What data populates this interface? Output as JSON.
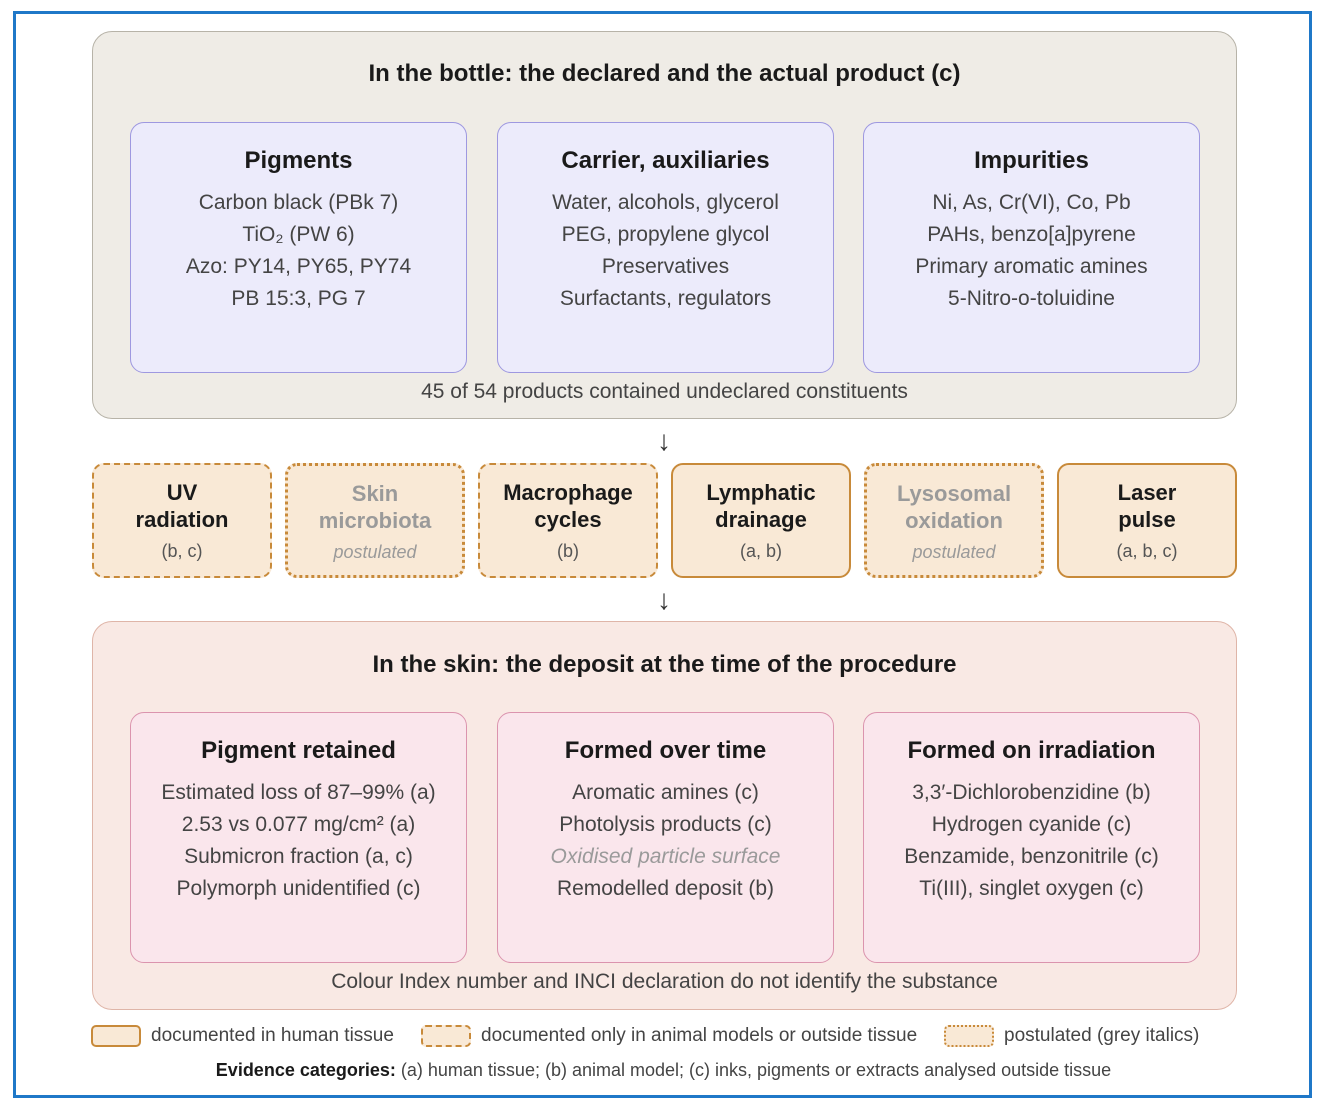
{
  "top_panel": {
    "title": "In the bottle: the declared and the actual product (c)",
    "footer": "45 of 54 products contained undeclared constituents",
    "cards": [
      {
        "title": "Pigments",
        "lines": [
          {
            "text": "Carbon black (PBk 7)"
          },
          {
            "text": "TiO₂ (PW 6)"
          },
          {
            "text": "Azo: PY14, PY65, PY74"
          },
          {
            "text": "PB 15:3, PG 7"
          }
        ]
      },
      {
        "title": "Carrier, auxiliaries",
        "lines": [
          {
            "text": "Water, alcohols, glycerol"
          },
          {
            "text": "PEG, propylene glycol"
          },
          {
            "text": "Preservatives"
          },
          {
            "text": "Surfactants, regulators"
          }
        ]
      },
      {
        "title": "Impurities",
        "lines": [
          {
            "text": "Ni, As, Cr(VI), Co, Pb"
          },
          {
            "text": "PAHs, benzo[a]pyrene"
          },
          {
            "text": "Primary aromatic amines"
          },
          {
            "text": "5-Nitro-o-toluidine"
          }
        ]
      }
    ]
  },
  "arrows": {
    "glyph": "↓"
  },
  "factors": [
    {
      "title": "UV\nradiation",
      "note": "(b, c)",
      "style": "dashed"
    },
    {
      "title": "Skin\nmicrobiota",
      "note": "postulated",
      "style": "dotted"
    },
    {
      "title": "Macrophage\ncycles",
      "note": "(b)",
      "style": "dashed"
    },
    {
      "title": "Lymphatic\ndrainage",
      "note": "(a, b)",
      "style": "solid"
    },
    {
      "title": "Lysosomal\noxidation",
      "note": "postulated",
      "style": "dotted"
    },
    {
      "title": "Laser\npulse",
      "note": "(a, b, c)",
      "style": "solid"
    }
  ],
  "bottom_panel": {
    "title": "In the skin: the deposit at the time of the procedure",
    "footer": "Colour Index number and INCI declaration do not identify the substance",
    "cards": [
      {
        "title": "Pigment retained",
        "lines": [
          {
            "text": "Estimated loss of 87–99% (a)"
          },
          {
            "text": "2.53 vs 0.077 mg/cm² (a)"
          },
          {
            "text": "Submicron fraction (a, c)"
          },
          {
            "text": "Polymorph unidentified (c)"
          }
        ]
      },
      {
        "title": "Formed over time",
        "lines": [
          {
            "text": "Aromatic amines (c)"
          },
          {
            "text": "Photolysis products (c)"
          },
          {
            "text": "Oxidised particle surface",
            "postulated": true
          },
          {
            "text": "Remodelled deposit (b)"
          }
        ]
      },
      {
        "title": "Formed on irradiation",
        "lines": [
          {
            "text": "3,3′-Dichlorobenzidine (b)"
          },
          {
            "text": "Hydrogen cyanide (c)"
          },
          {
            "text": "Benzamide, benzonitrile (c)"
          },
          {
            "text": "Ti(III), singlet oxygen (c)"
          }
        ]
      }
    ]
  },
  "legend": {
    "solid": "documented in human tissue",
    "dashed": "documented only in animal models or outside tissue",
    "dotted": "postulated (grey italics)"
  },
  "evidence": {
    "label": "Evidence categories:",
    "text": " (a) human tissue;  (b) animal model;  (c) inks, pigments or extracts analysed outside tissue"
  },
  "colors": {
    "frame": "#1f78c8",
    "top_panel_bg": "#efece6",
    "top_card_bg": "#ecebfb",
    "top_card_border": "#9e98e0",
    "factor_bg": "#f9e9d6",
    "factor_border": "#c88a3a",
    "bottom_panel_bg": "#f9e9e4",
    "bottom_card_bg": "#fae6ec",
    "bottom_card_border": "#db94ae",
    "postulated_text": "#9a9a9a"
  }
}
